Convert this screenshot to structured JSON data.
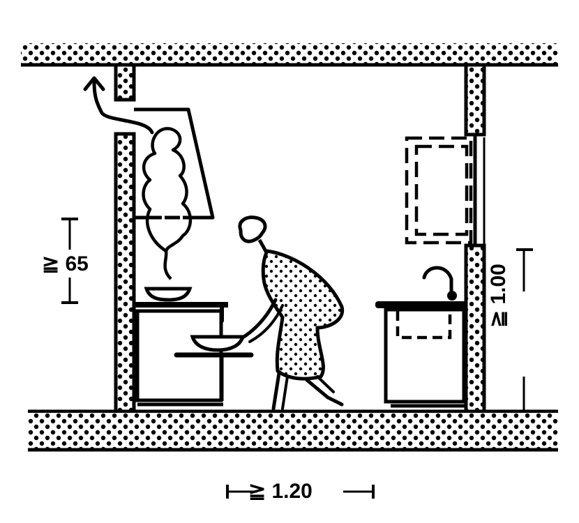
{
  "diagram": {
    "title": "",
    "subject": "kitchen cross-section clearance diagram",
    "colors": {
      "ink": "#000000",
      "paper": "#ffffff"
    },
    "dimensions": {
      "hood_height": {
        "symbol": "≧",
        "value": "65",
        "label": "≧ 65"
      },
      "counter_height": {
        "symbol": "≧",
        "value": "1.00",
        "label": "≧ 1.00"
      },
      "aisle_width": {
        "symbol": "≧",
        "value": "1.20",
        "label": "≧ 1.20"
      }
    },
    "elements": [
      "ceiling-slab",
      "floor-slab",
      "left-wall",
      "right-wall",
      "range-hood",
      "exhaust-arrow",
      "steam-plume",
      "stove-counter",
      "pot-on-stove",
      "oven-door-open",
      "bowl-on-oven-door",
      "person-bending",
      "sink-counter",
      "faucet",
      "wall-cabinet-dashed"
    ]
  }
}
